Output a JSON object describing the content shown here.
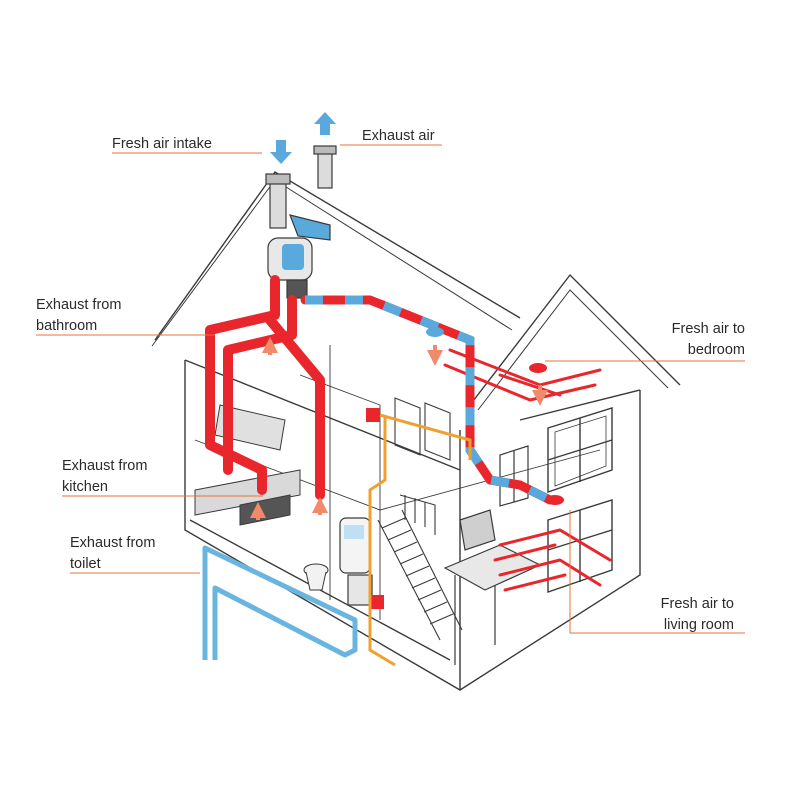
{
  "diagram": {
    "labels": {
      "fresh_air_intake": "Fresh air intake",
      "exhaust_air": "Exhaust air",
      "exhaust_from_bathroom": [
        "Exhaust from",
        "bathroom"
      ],
      "exhaust_from_kitchen": [
        "Exhaust from",
        "kitchen"
      ],
      "exhaust_from_toilet": [
        "Exhaust from",
        "toilet"
      ],
      "fresh_air_to_bedroom": [
        "Fresh air to",
        "bedroom"
      ],
      "fresh_air_to_living_room": [
        "Fresh air to",
        "living room"
      ]
    },
    "colors": {
      "fresh_air": "#e8262c",
      "exhaust": "#5aa9dc",
      "pipe_orange": "#f0a030",
      "outline": "#3a3a3a",
      "leader": "#e8703a"
    }
  }
}
